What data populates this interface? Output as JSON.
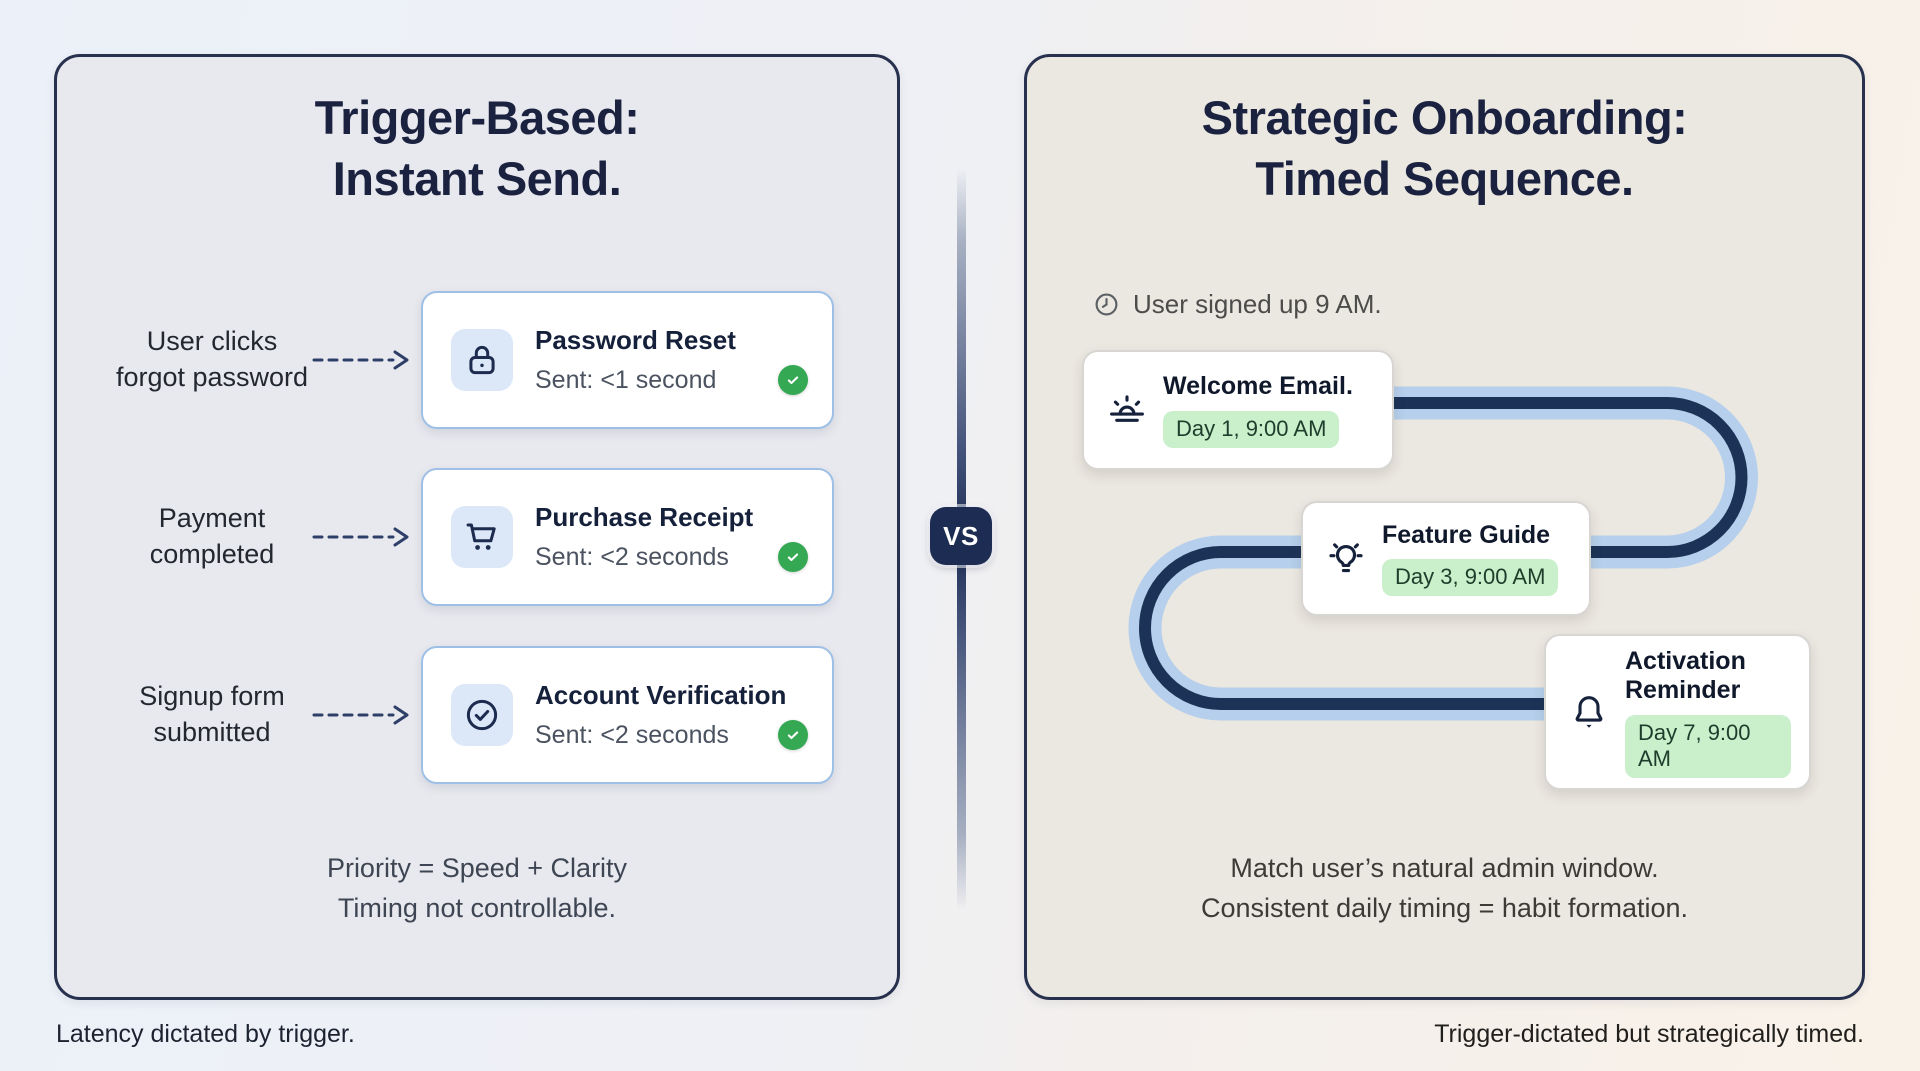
{
  "page": {
    "vs_label": "VS",
    "left_caption": "Latency dictated by trigger.",
    "right_caption": "Trigger-dictated but strategically timed."
  },
  "left_panel": {
    "title_line1": "Trigger-Based:",
    "title_line2": "Instant Send.",
    "rows": [
      {
        "trigger_line1": "User clicks",
        "trigger_line2": "forgot password",
        "icon": "lock-icon",
        "card_title": "Password Reset",
        "card_status": "Sent: <1 second"
      },
      {
        "trigger_line1": "Payment",
        "trigger_line2": "completed",
        "icon": "shopping-cart-icon",
        "card_title": "Purchase Receipt",
        "card_status": "Sent: <2 seconds"
      },
      {
        "trigger_line1": "Signup form",
        "trigger_line2": "submitted",
        "icon": "check-circle-icon",
        "card_title": "Account Verification",
        "card_status": "Sent: <2 seconds"
      }
    ],
    "footer_line1": "Priority = Speed + Clarity",
    "footer_line2": "Timing not controllable."
  },
  "right_panel": {
    "title_line1": "Strategic Onboarding:",
    "title_line2": "Timed Sequence.",
    "signup_note": "User signed up 9 AM.",
    "steps": [
      {
        "icon": "sunrise-icon",
        "title": "Welcome Email.",
        "badge": "Day 1, 9:00 AM"
      },
      {
        "icon": "lightbulb-icon",
        "title": "Feature Guide",
        "badge": "Day 3, 9:00 AM"
      },
      {
        "icon": "bell-icon",
        "title": "Activation Reminder",
        "badge": "Day 7, 9:00 AM"
      }
    ],
    "footer_line1": "Match user’s natural admin window.",
    "footer_line2": "Consistent daily timing = habit formation."
  },
  "colors": {
    "panel_border_navy": "#27314e",
    "heading_navy": "#1a2240",
    "flow_path_navy": "#1c3257",
    "flow_path_light_blue": "#b5cfec",
    "success_green": "#34a853",
    "badge_green_bg": "#c9efcb",
    "badge_green_text": "#1f3d2b",
    "trigger_card_border_blue": "#9fc0e6",
    "vs_badge_navy": "#1d2c52"
  }
}
